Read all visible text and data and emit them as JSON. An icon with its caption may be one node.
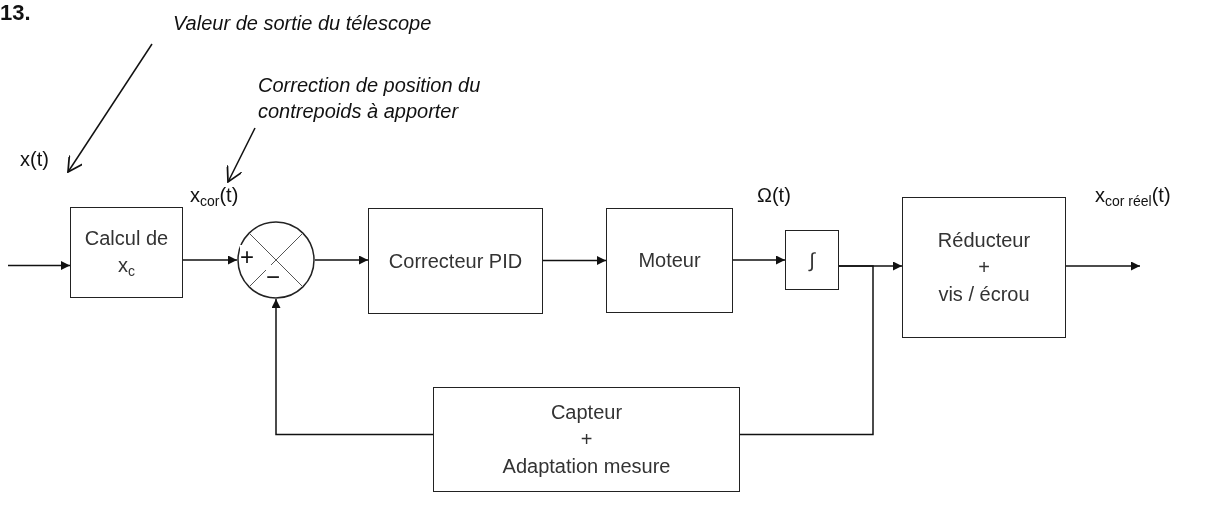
{
  "diagram": {
    "nodes": [
      {
        "text": [
          "Valeur de sortie du télescope"
        ]
      },
      {
        "text": [
          "Correction de position du contrepoids à apporter"
        ]
      },
      {
        "text": [
          "Calcul de x$_{c}$"
        ]
      },
      {
        "text": [
          "+",
          "−"
        ]
      },
      {
        "text": [
          "Correcteur PID"
        ]
      },
      {
        "text": [
          "Moteur"
        ]
      },
      {
        "text": [
          "∫"
        ]
      },
      {
        "text": [
          "Réducteur",
          "+",
          "vis / écrou"
        ]
      },
      {
        "text": [
          "Capteur",
          "+",
          "Adaptation mesure"
        ]
      },
      {
        "text": [
          "x(t)"
        ]
      },
      {
        "text": [
          "x$_{cor}$(t)"
        ]
      }
    ],
    "edges": [
      {
        "from": 0,
        "to": 9,
        "arrow": "to"
      },
      {
        "from": 1,
        "to": 10,
        "arrow": "to"
      },
      {
        "from": null,
        "to": 2,
        "arrow": "to"
      },
      {
        "from": 2,
        "to": 3,
        "arrow": "to"
      },
      {
        "from": 3,
        "to": 4,
        "arrow": "to"
      },
      {
        "from": 4,
        "to": 5,
        "arrow": "to"
      },
      {
        "from": 5,
        "to": 6,
        "arrow": "to"
      },
      {
        "from": 6,
        "to": 7,
        "arrow": "to"
      },
      {
        "from": 6,
        "to": 8,
        "arrow": "none"
      },
      {
        "from": 8,
        "to": 3,
        "arrow": "to"
      },
      {
        "from": 7,
        "to": null,
        "arrow": "to"
      }
    ],
    "labels": [
      "13.",
      "Ω(t)",
      "x$_{cor réel}$(t)"
    ]
  }
}
